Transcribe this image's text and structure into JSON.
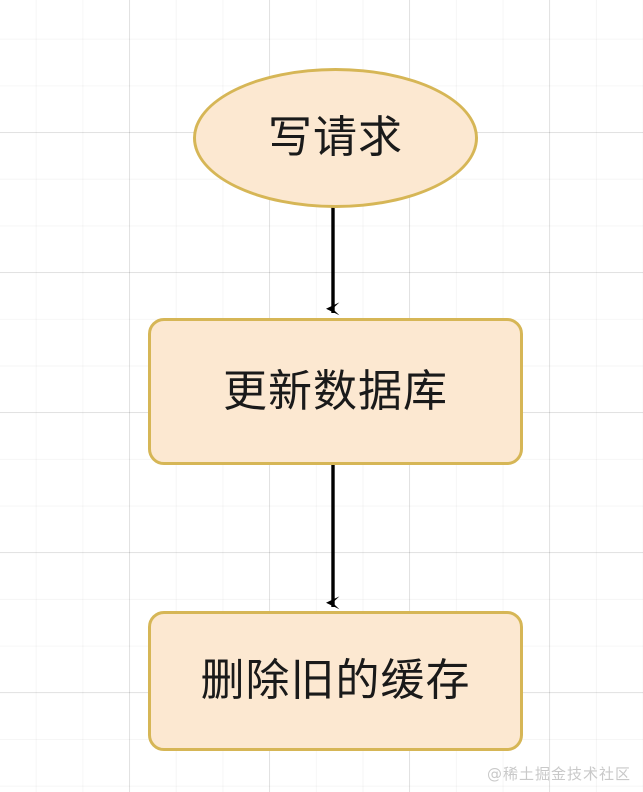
{
  "diagram": {
    "title": "",
    "type": "flowchart",
    "direction": "top-down",
    "background": {
      "color": "#ffffff",
      "grid": "light-gray-graph-paper"
    },
    "style": {
      "node_fill": "#fce8d1",
      "node_border": "#d6b656",
      "node_text_color": "#1a1a1a",
      "edge_color": "#000000"
    },
    "nodes": [
      {
        "id": "write",
        "label": "写请求",
        "shape": "ellipse"
      },
      {
        "id": "db",
        "label": "更新数据库",
        "shape": "rounded-rectangle"
      },
      {
        "id": "cache",
        "label": "删除旧的缓存",
        "shape": "rounded-rectangle"
      }
    ],
    "edges": [
      {
        "id": "edge-write-db",
        "from": "write",
        "to": "db",
        "label": "",
        "arrow": "filled-triangle"
      },
      {
        "id": "edge-db-cache",
        "from": "db",
        "to": "cache",
        "label": "",
        "arrow": "filled-triangle"
      }
    ]
  },
  "watermark": {
    "text": "@稀土掘金技术社区"
  }
}
